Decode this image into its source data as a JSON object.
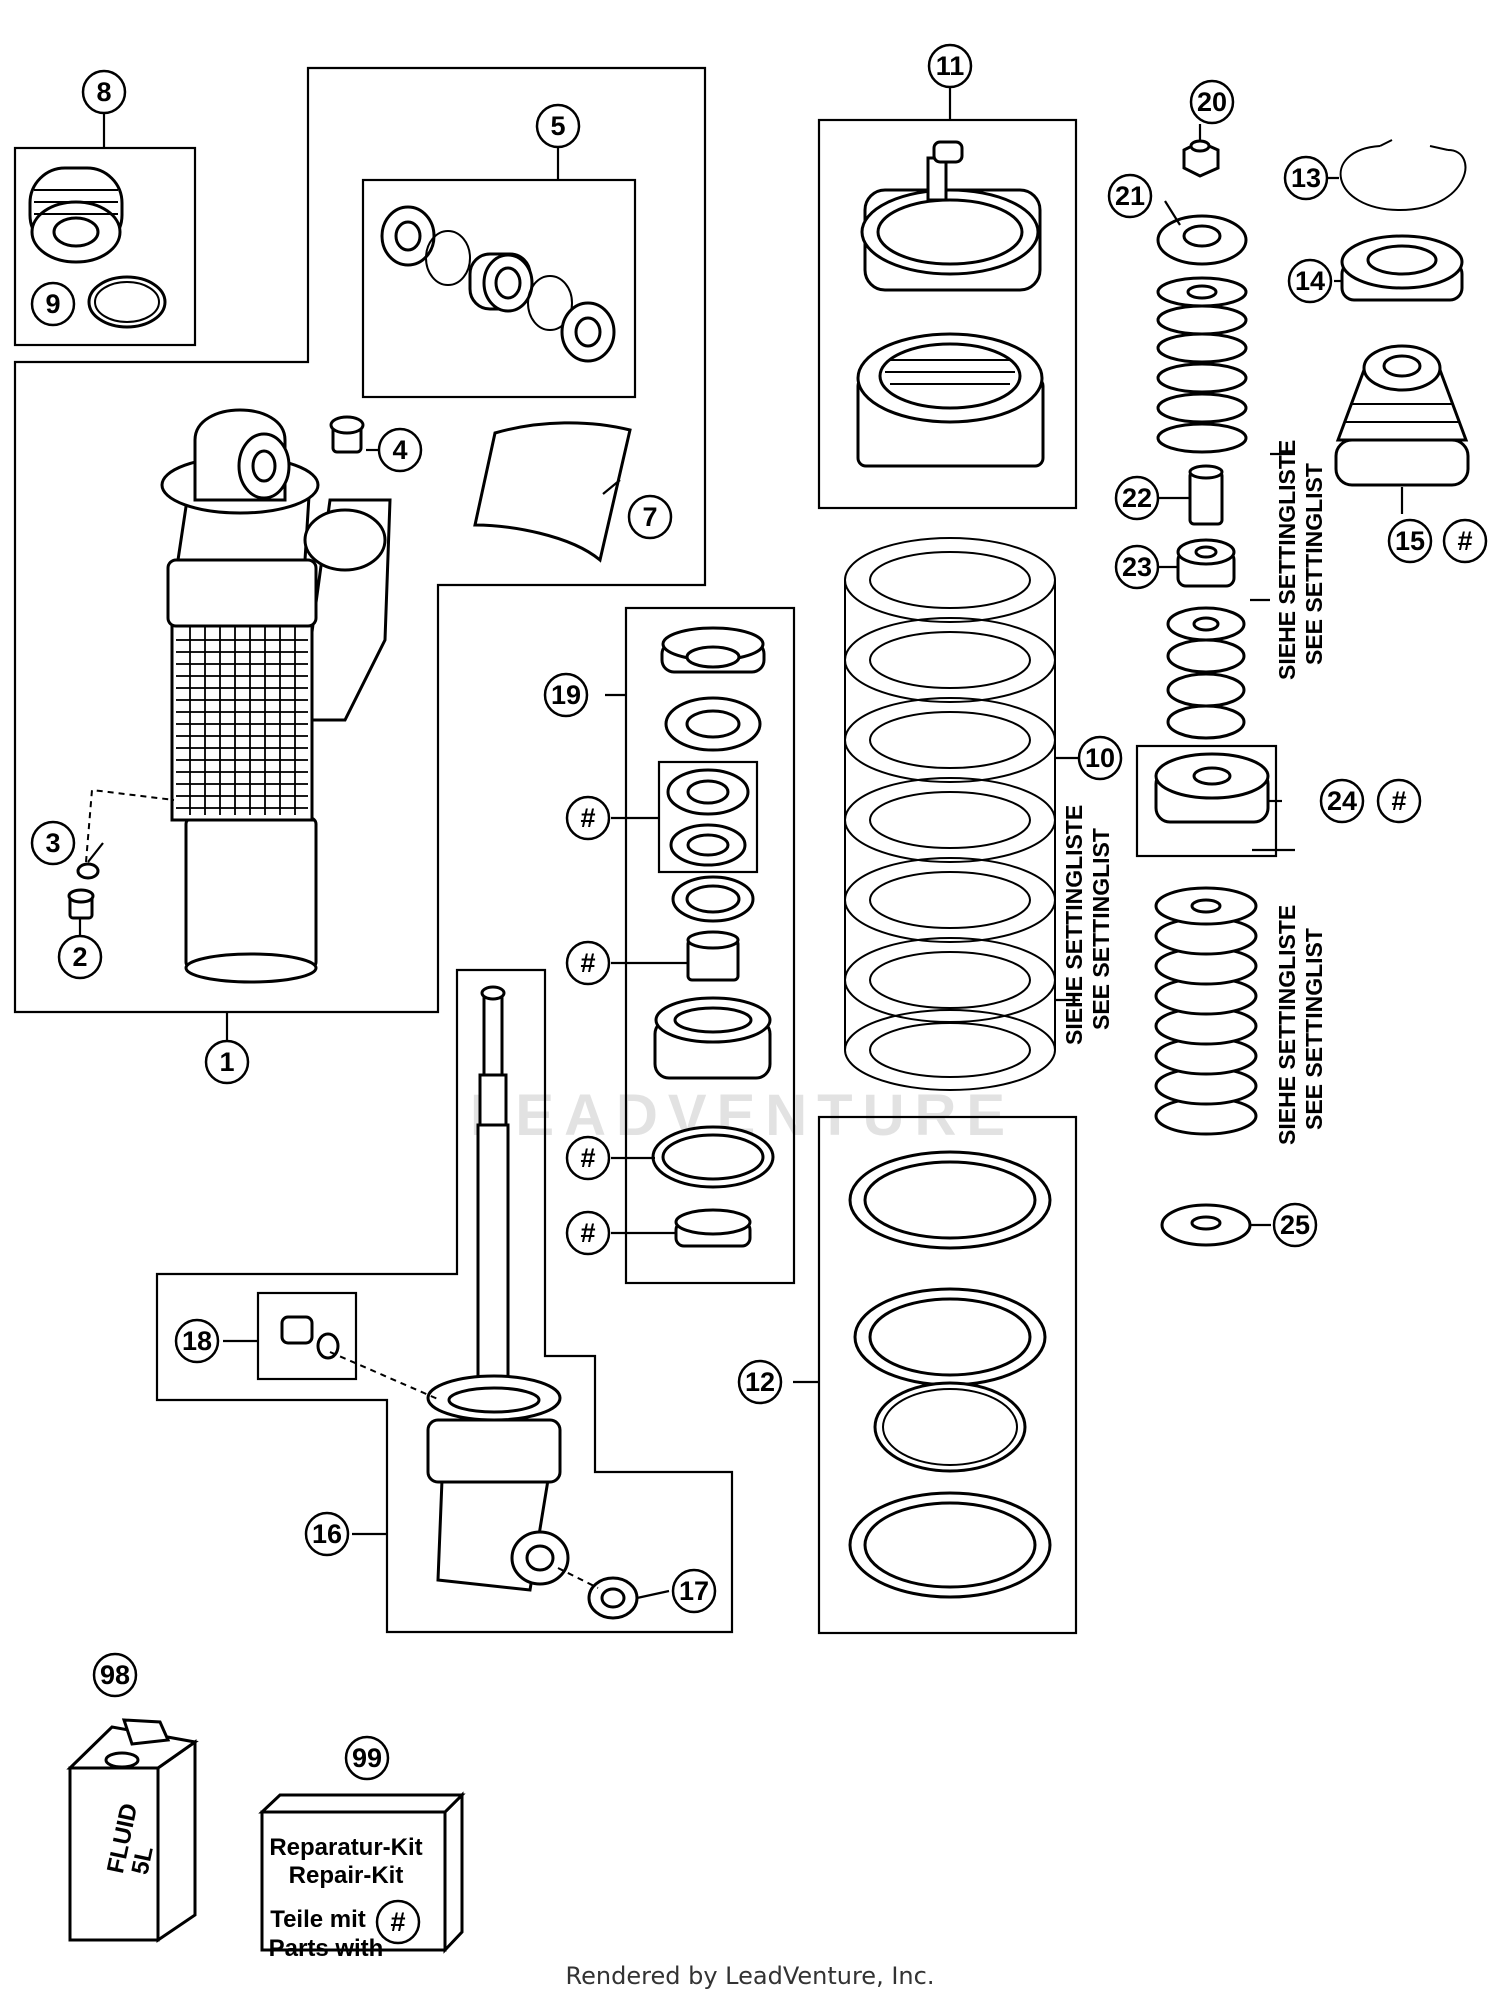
{
  "diagram": {
    "callouts": {
      "c1": "1",
      "c2": "2",
      "c3": "3",
      "c4": "4",
      "c5": "5",
      "c7": "7",
      "c8": "8",
      "c9": "9",
      "c10": "10",
      "c11": "11",
      "c12": "12",
      "c13": "13",
      "c14": "14",
      "c15": "15",
      "c16": "16",
      "c17": "17",
      "c18": "18",
      "c19": "19",
      "c20": "20",
      "c21": "21",
      "c22": "22",
      "c23": "23",
      "c24": "24",
      "c25": "25",
      "c98": "98",
      "c99": "99",
      "hash": "#"
    },
    "setting_label_de": "SIEHE SETTINGLISTE",
    "setting_label_en": "SEE SETTINGLIST",
    "fluid_label_1": "FLUID",
    "fluid_label_2": "5L",
    "kit_line_1": "Reparatur-Kit",
    "kit_line_2": "Repair-Kit",
    "kit_line_3": "Teile mit",
    "kit_line_4": "Parts with",
    "watermark": "LEADVENTURE"
  },
  "footer": "Rendered by LeadVenture, Inc."
}
